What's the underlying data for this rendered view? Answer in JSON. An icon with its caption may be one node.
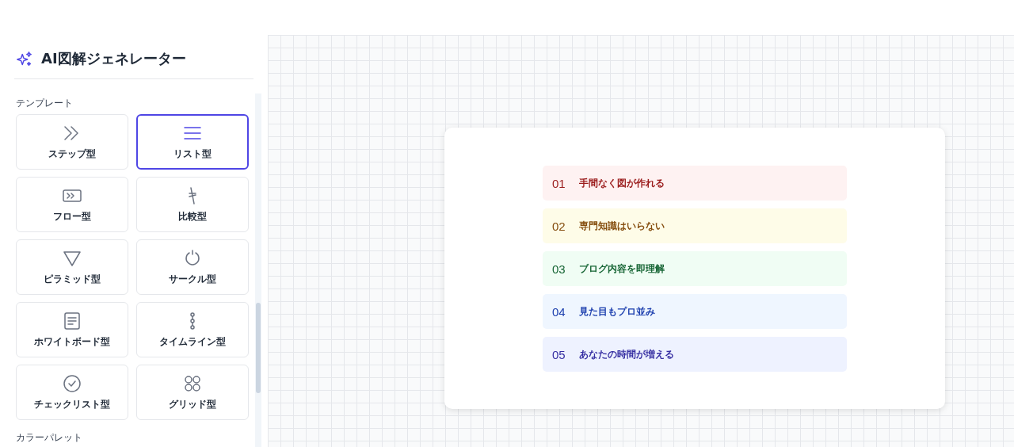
{
  "diagram": {
    "title": "AI図解ジェネレーター",
    "nodes": [
      {
        "text": [],
        "shape": "box"
      },
      {
        "text": [
          "01",
          "手間なく図が作れる"
        ],
        "in": 0
      },
      {
        "text": [
          "02",
          "専門知識はいらない"
        ],
        "in": 0
      },
      {
        "text": [
          "03",
          "ブログ内容を即理解"
        ],
        "in": 0
      },
      {
        "text": [
          "04",
          "見た目もプロ並み"
        ],
        "in": 0
      },
      {
        "text": [
          "05",
          "あなたの時間が増える"
        ],
        "in": 0
      },
      {
        "text": [
          "ステップ型"
        ]
      },
      {
        "text": [
          "リスト型"
        ]
      },
      {
        "text": [
          "フロー型"
        ]
      },
      {
        "text": [
          "比較型"
        ]
      },
      {
        "text": [
          "ピラミッド型"
        ]
      },
      {
        "text": [
          "サークル型"
        ]
      },
      {
        "text": [
          "ホワイトボード型"
        ]
      },
      {
        "text": [
          "タイムライン型"
        ]
      },
      {
        "text": [
          "チェックリスト型"
        ]
      },
      {
        "text": [
          "グリッド型"
        ]
      }
    ],
    "labels": [
      "テンプレート",
      "カラーパレット"
    ]
  }
}
